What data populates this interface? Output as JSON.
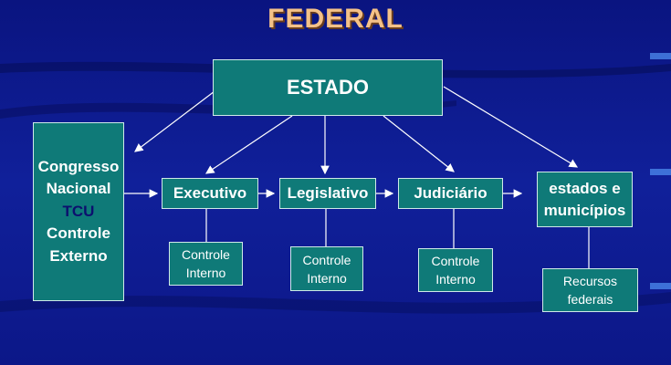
{
  "title": "FEDERAL",
  "top": {
    "label": "ESTADO"
  },
  "congress": [
    "Congresso",
    "Nacional",
    "TCU",
    "Controle",
    "Externo"
  ],
  "branches": [
    {
      "label": "Executivo",
      "control": [
        "Controle",
        "Interno"
      ]
    },
    {
      "label": "Legislativo",
      "control": [
        "Controle",
        "Interno"
      ]
    },
    {
      "label": "Judiciário",
      "control": [
        "Controle",
        "Interno"
      ]
    }
  ],
  "states": {
    "label": [
      "estados e",
      "municípios"
    ],
    "resource": [
      "Recursos",
      "federais"
    ]
  },
  "colors": {
    "background": "#0f1a8c",
    "box": "#0f7a78",
    "title": "#f4c188",
    "tcu": "#0c0f6e",
    "arrow": "#ffffff"
  }
}
